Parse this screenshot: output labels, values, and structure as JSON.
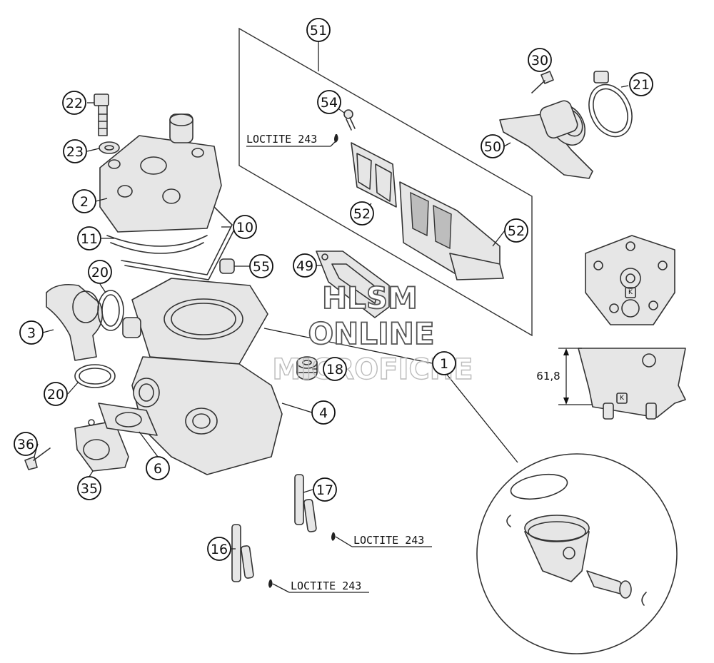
{
  "callouts": [
    {
      "id": "1",
      "label": "1"
    },
    {
      "id": "2",
      "label": "2"
    },
    {
      "id": "3",
      "label": "3"
    },
    {
      "id": "4",
      "label": "4"
    },
    {
      "id": "6",
      "label": "6"
    },
    {
      "id": "10",
      "label": "10"
    },
    {
      "id": "11",
      "label": "11"
    },
    {
      "id": "16",
      "label": "16"
    },
    {
      "id": "17",
      "label": "17"
    },
    {
      "id": "18",
      "label": "18"
    },
    {
      "id": "20a",
      "label": "20"
    },
    {
      "id": "20b",
      "label": "20"
    },
    {
      "id": "21",
      "label": "21"
    },
    {
      "id": "22",
      "label": "22"
    },
    {
      "id": "23",
      "label": "23"
    },
    {
      "id": "30",
      "label": "30"
    },
    {
      "id": "35",
      "label": "35"
    },
    {
      "id": "36",
      "label": "36"
    },
    {
      "id": "49",
      "label": "49"
    },
    {
      "id": "50",
      "label": "50"
    },
    {
      "id": "51",
      "label": "51"
    },
    {
      "id": "52a",
      "label": "52"
    },
    {
      "id": "52b",
      "label": "52"
    },
    {
      "id": "54",
      "label": "54"
    },
    {
      "id": "55",
      "label": "55"
    }
  ],
  "loctite_labels": {
    "reed_screw": "LOCTITE 243",
    "stud_17": "LOCTITE 243",
    "stud_16": "LOCTITE 243"
  },
  "dimension": {
    "cylinder_height": "61,8",
    "marking_letter": "K"
  },
  "watermark": {
    "line1": "HLSM",
    "line2": "ONLINE",
    "line3": "MICROFICHE"
  }
}
